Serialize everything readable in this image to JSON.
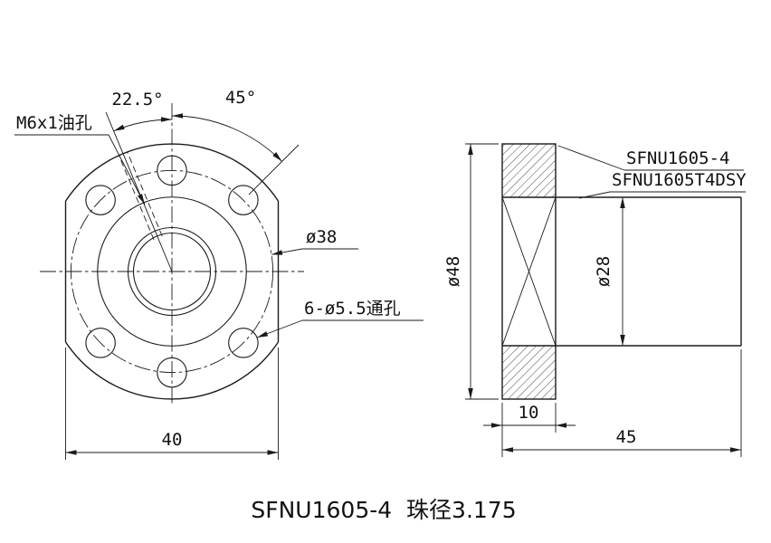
{
  "drawing": {
    "caption": "SFNU1605-4  珠径3.175",
    "front_view": {
      "angle_small_label": "22.5°",
      "angle_large_label": "45°",
      "oil_hole_label": "M6x1油孔",
      "bolt_circle_label": "ø38",
      "through_hole_label": "6-ø5.5通孔",
      "width_label": "40"
    },
    "side_view": {
      "flange_dia_label": "ø48",
      "body_dia_label": "ø28",
      "flange_thickness_label": "10",
      "length_label": "45",
      "series_label": "SFNU1605-4",
      "model_label": "SFNU1605T4DSY"
    },
    "colors": {
      "ink": "#1b1b1b",
      "background": "#ffffff"
    }
  }
}
